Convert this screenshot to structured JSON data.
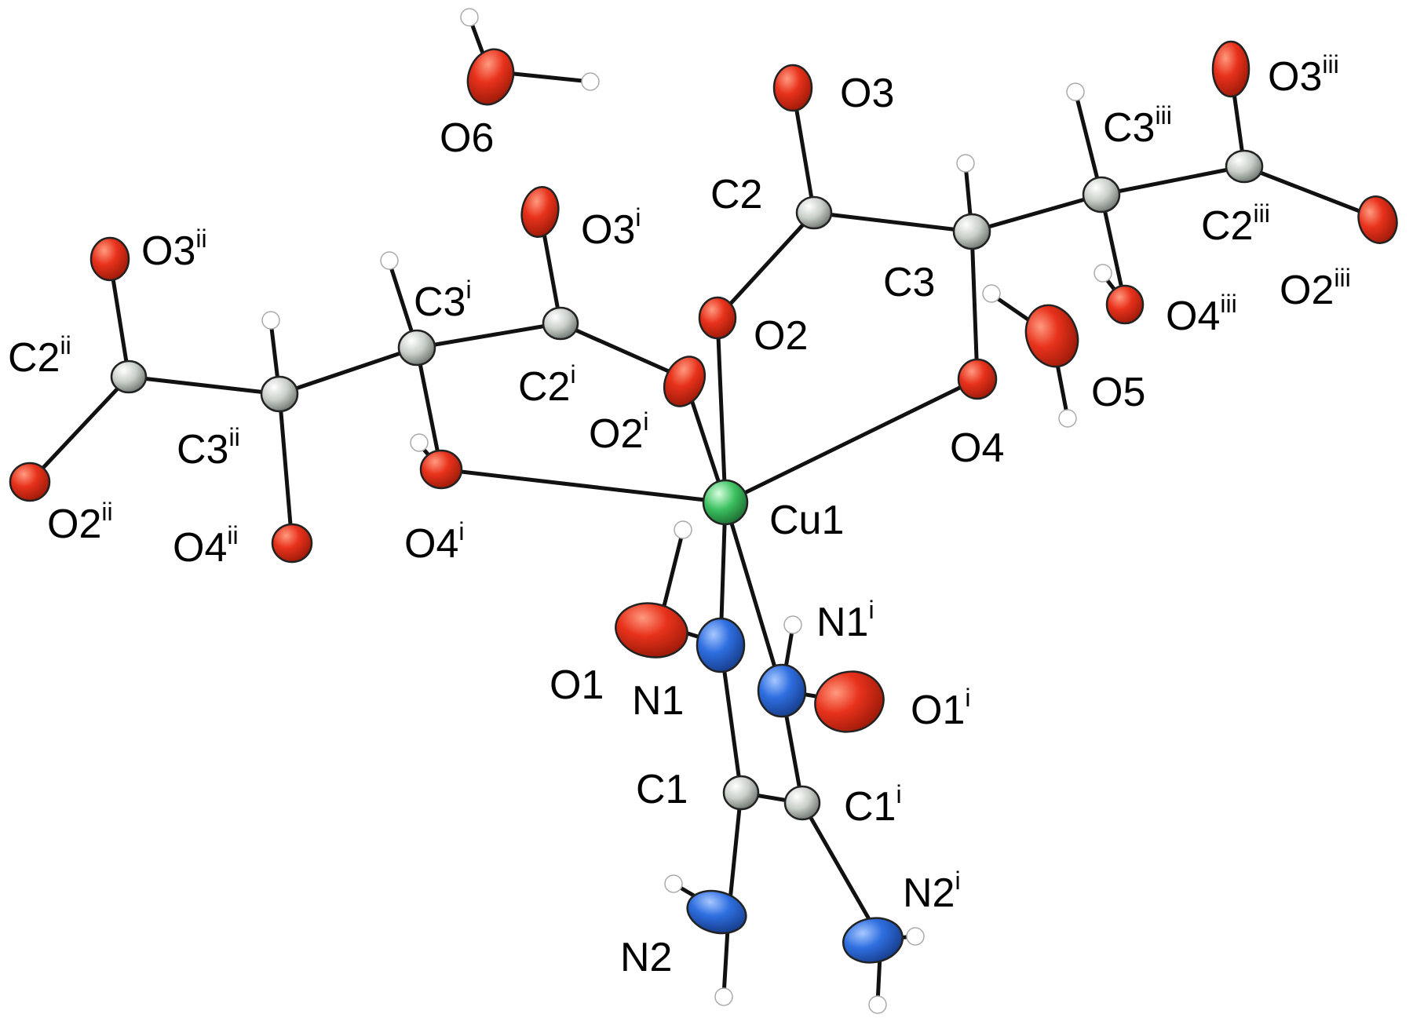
{
  "colors": {
    "oxygen": "#e8321c",
    "nitrogen": "#2f6fe0",
    "carbon": "#d8dcd8",
    "copper": "#3cc060",
    "hydrogen": "#ffffff",
    "bond": "#111111"
  },
  "labels": {
    "O6": {
      "base": "O6",
      "sup": ""
    },
    "O3": {
      "base": "O3",
      "sup": ""
    },
    "O3iii": {
      "base": "O3",
      "sup": "iii"
    },
    "C3iii": {
      "base": "C3",
      "sup": "iii"
    },
    "C2": {
      "base": "C2",
      "sup": ""
    },
    "O3i": {
      "base": "O3",
      "sup": "i"
    },
    "C2iii": {
      "base": "C2",
      "sup": "iii"
    },
    "O3ii": {
      "base": "O3",
      "sup": "ii"
    },
    "C3": {
      "base": "C3",
      "sup": ""
    },
    "O2iii": {
      "base": "O2",
      "sup": "iii"
    },
    "C3i": {
      "base": "C3",
      "sup": "i"
    },
    "O4iii": {
      "base": "O4",
      "sup": "iii"
    },
    "O2": {
      "base": "O2",
      "sup": ""
    },
    "C2ii": {
      "base": "C2",
      "sup": "ii"
    },
    "C2i": {
      "base": "C2",
      "sup": "i"
    },
    "O5": {
      "base": "O5",
      "sup": ""
    },
    "O2i": {
      "base": "O2",
      "sup": "i"
    },
    "O4": {
      "base": "O4",
      "sup": ""
    },
    "C3ii": {
      "base": "C3",
      "sup": "ii"
    },
    "O2ii": {
      "base": "O2",
      "sup": "ii"
    },
    "O4ii": {
      "base": "O4",
      "sup": "ii"
    },
    "O4i": {
      "base": "O4",
      "sup": "i"
    },
    "Cu1": {
      "base": "Cu1",
      "sup": ""
    },
    "N1i": {
      "base": "N1",
      "sup": "i"
    },
    "O1": {
      "base": "O1",
      "sup": ""
    },
    "N1": {
      "base": "N1",
      "sup": ""
    },
    "O1i": {
      "base": "O1",
      "sup": "i"
    },
    "C1": {
      "base": "C1",
      "sup": ""
    },
    "C1i": {
      "base": "C1",
      "sup": "i"
    },
    "N2i": {
      "base": "N2",
      "sup": "i"
    },
    "N2": {
      "base": "N2",
      "sup": ""
    }
  }
}
